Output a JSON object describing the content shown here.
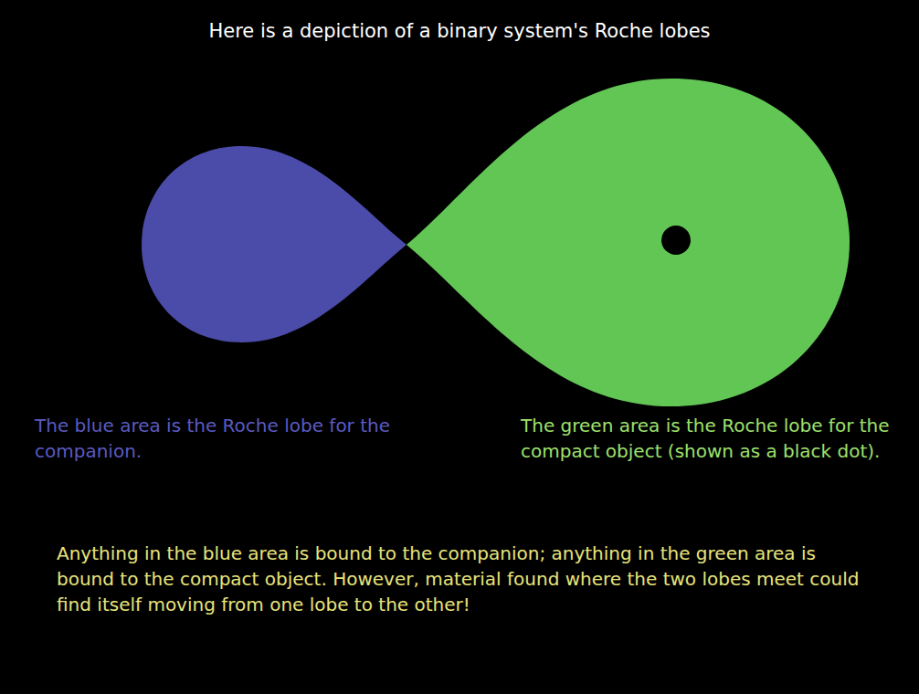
{
  "diagram": {
    "title": "Here is a depiction of a binary system's Roche lobes",
    "labels": [
      "The blue area is the Roche lobe for the companion.",
      "The green area is the Roche lobe for the compact object (shown as a black dot).",
      "Anything in the blue area is bound to the companion; anything in the green area is bound to the compact object. However, material found where the two lobes meet could find itself moving from one lobe to the other!"
    ]
  }
}
